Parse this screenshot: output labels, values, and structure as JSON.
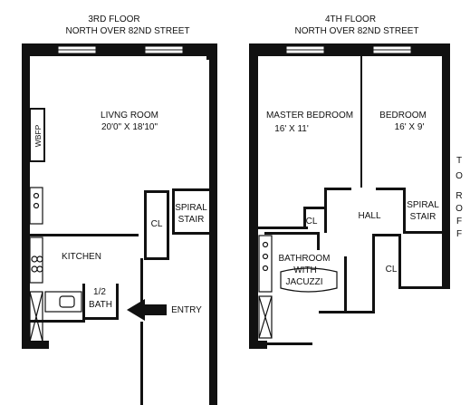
{
  "floor3": {
    "title": "3RD FLOOR",
    "subtitle": "NORTH OVER 82ND STREET",
    "living_room": "LIVNG ROOM",
    "living_room_dims": "20'0\" X 18'10\"",
    "fireplace": "WBFP",
    "closet": "CL",
    "spiral_stair_1": "SPIRAL",
    "spiral_stair_2": "STAIR",
    "kitchen": "KITCHEN",
    "half_bath_1": "1/2",
    "half_bath_2": "BATH",
    "entry": "ENTRY"
  },
  "floor4": {
    "title": "4TH FLOOR",
    "subtitle": "NORTH OVER 82ND STREET",
    "master_bedroom": "MASTER BEDROOM",
    "master_bedroom_dims": "16' X 11'",
    "bedroom": "BEDROOM",
    "bedroom_dims": "16' X 9'",
    "hall": "HALL",
    "closet_1": "CL",
    "closet_2": "CL",
    "spiral_stair_1": "SPIRAL",
    "spiral_stair_2": "STAIR",
    "bathroom_1": "BATHROOM",
    "bathroom_2": "WITH",
    "bathroom_3": "JACUZZI",
    "roof_access": [
      "T",
      "O",
      "R",
      "O",
      "F",
      "F"
    ]
  }
}
